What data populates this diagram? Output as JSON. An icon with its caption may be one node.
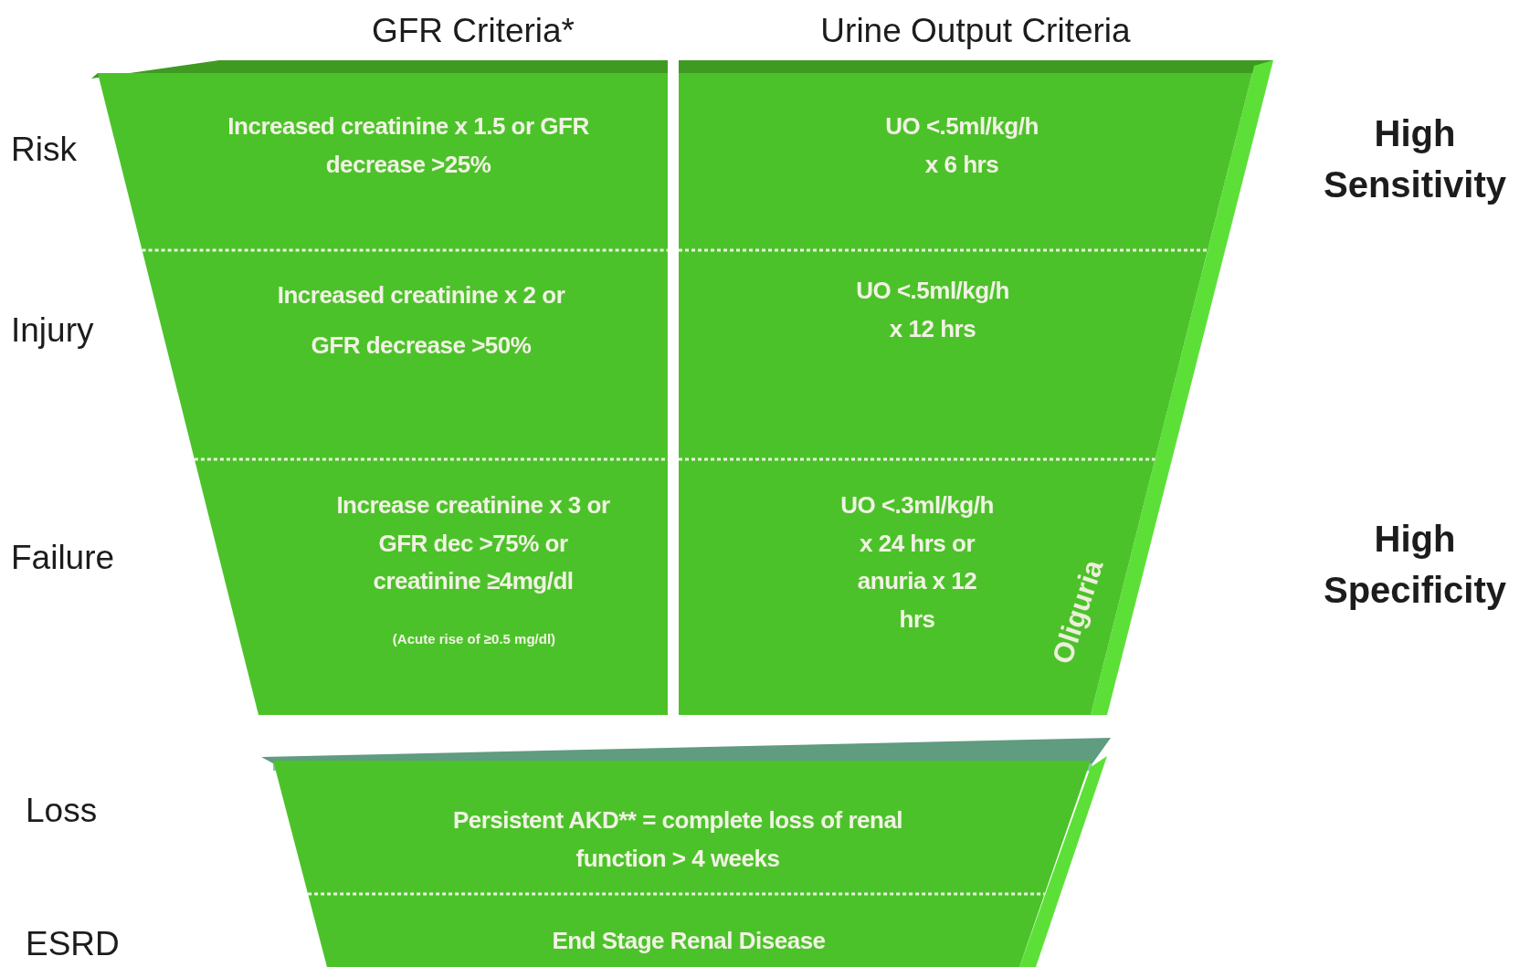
{
  "diagram": {
    "nodes": [
      {
        "text": [
          "Increased creatinine x 1.5 or GFR decrease >25%"
        ]
      },
      {
        "text": [
          "UO <.5ml/kg/h x 6 hrs"
        ]
      },
      {
        "text": [
          "Increased creatinine x 2 or GFR decrease >50%"
        ]
      },
      {
        "text": [
          "UO <.5ml/kg/h x 12 hrs"
        ]
      },
      {
        "text": [
          "Increase creatinine x 3 or GFR dec >75% or creatinine ≥4mg/dl",
          "(Acute rise of ≥0.5 mg/dl)"
        ]
      },
      {
        "text": [
          "UO <.3ml/kg/h x 24 hrs or anuria x 12 hrs"
        ]
      },
      {
        "text": [
          "Persistent AKD** = complete loss of renal function > 4 weeks"
        ]
      },
      {
        "text": [
          "End Stage Renal Disease"
        ]
      }
    ],
    "labels": [
      "GFR Criteria*",
      "Urine Output Criteria",
      "Risk",
      "High Sensitivity",
      "Injury",
      "Failure",
      "Oliguria",
      "High Specificity",
      "Loss",
      "ESRD"
    ]
  }
}
